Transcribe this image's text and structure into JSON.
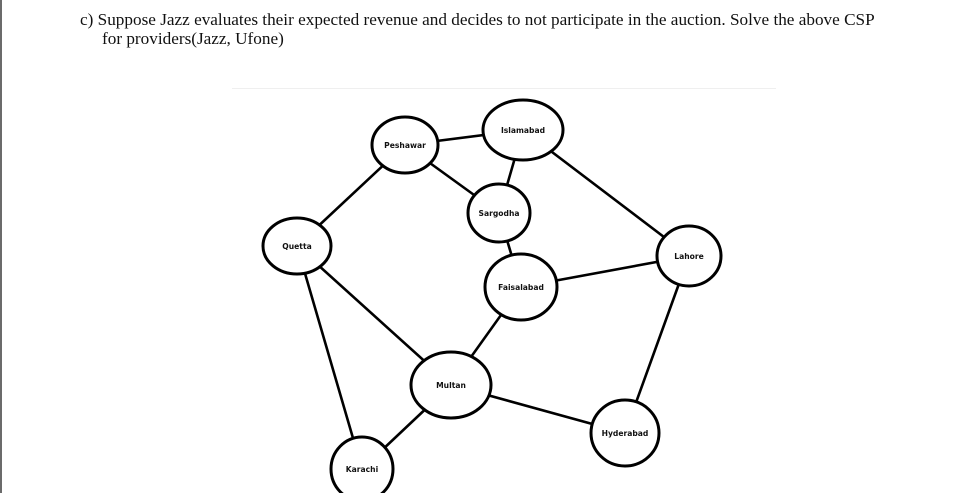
{
  "question": {
    "line1": "c) Suppose Jazz evaluates their expected revenue and decides to not participate in the auction. Solve the above CSP",
    "line2": "for providers(Jazz, Ufone)"
  },
  "graph": {
    "nodes": [
      {
        "id": "islamabad",
        "label": "Islamabad"
      },
      {
        "id": "peshawar",
        "label": "Peshawar"
      },
      {
        "id": "sargodha",
        "label": "Sargodha"
      },
      {
        "id": "quetta",
        "label": "Quetta"
      },
      {
        "id": "lahore",
        "label": "Lahore"
      },
      {
        "id": "faisalabad",
        "label": "Faisalabad"
      },
      {
        "id": "multan",
        "label": "Multan"
      },
      {
        "id": "hyderabad",
        "label": "Hyderabad"
      },
      {
        "id": "karachi",
        "label": "Karachi"
      }
    ],
    "edges": [
      [
        "peshawar",
        "islamabad"
      ],
      [
        "peshawar",
        "sargodha"
      ],
      [
        "peshawar",
        "quetta"
      ],
      [
        "islamabad",
        "sargodha"
      ],
      [
        "islamabad",
        "lahore"
      ],
      [
        "sargodha",
        "faisalabad"
      ],
      [
        "faisalabad",
        "lahore"
      ],
      [
        "faisalabad",
        "multan"
      ],
      [
        "quetta",
        "multan"
      ],
      [
        "quetta",
        "karachi"
      ],
      [
        "multan",
        "karachi"
      ],
      [
        "multan",
        "hyderabad"
      ],
      [
        "lahore",
        "hyderabad"
      ]
    ]
  }
}
